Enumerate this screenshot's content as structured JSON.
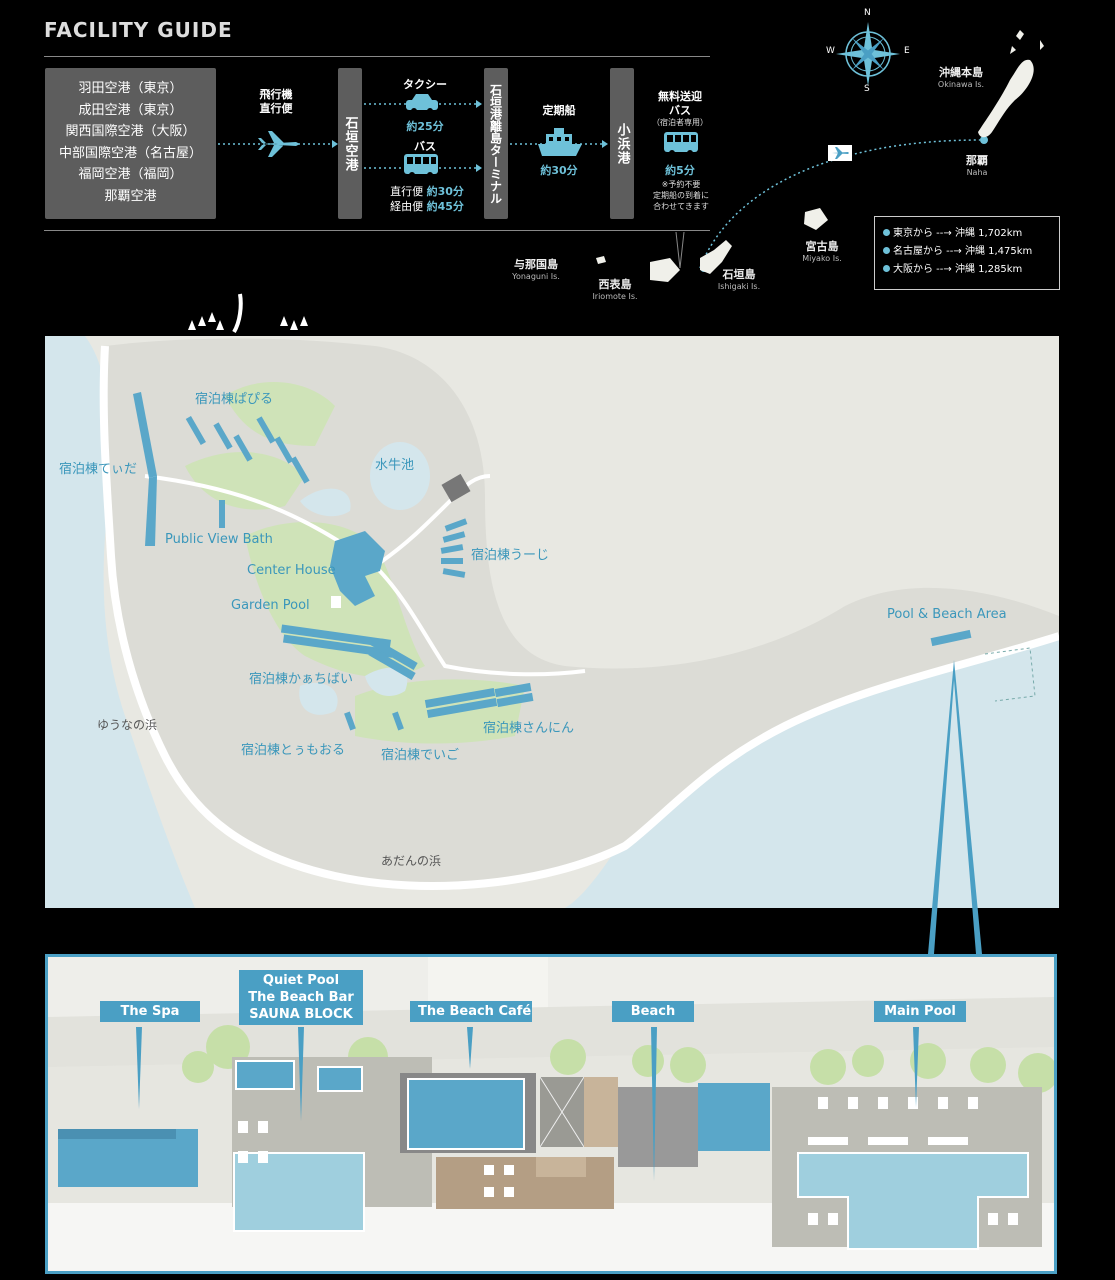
{
  "guide": {
    "title": "FACILITY GUIDE"
  },
  "origins": [
    "羽田空港（東京）",
    "成田空港（東京）",
    "関西国際空港（大阪）",
    "中部国際空港（名古屋）",
    "福岡空港（福岡）",
    "那覇空港"
  ],
  "route": {
    "flight_label": "飛行機\n直行便",
    "ishigaki_airport": "石垣空港",
    "taxi_label": "タクシー",
    "taxi_time": "約25分",
    "bus_label": "バス",
    "bus_direct": "直行便",
    "bus_direct_time": "約30分",
    "bus_via": "経由便",
    "bus_via_time": "約45分",
    "terminal": "石垣港離島ターミナル",
    "ferry_label": "定期船",
    "ferry_time": "約30分",
    "kohama_port": "小浜港",
    "shuttle_label": "無料送迎",
    "shuttle_label2": "バス",
    "shuttle_note": "（宿泊者専用）",
    "shuttle_time": "約5分",
    "shuttle_note2": "※予約不要",
    "shuttle_note3": "定期船の到着に",
    "shuttle_note4": "合わせてきます"
  },
  "compass": {
    "n": "N",
    "s": "S",
    "e": "E",
    "w": "W"
  },
  "islands": [
    {
      "jp": "沖縄本島",
      "en": "Okinawa Is."
    },
    {
      "jp": "那覇",
      "en": "Naha"
    },
    {
      "jp": "宮古島",
      "en": "Miyako Is."
    },
    {
      "jp": "石垣島",
      "en": "Ishigaki Is."
    },
    {
      "jp": "西表島",
      "en": "Iriomote Is."
    },
    {
      "jp": "与那国島",
      "en": "Yonaguni Is."
    }
  ],
  "distances": [
    {
      "from": "東京から",
      "to": "沖縄",
      "km": "1,702km"
    },
    {
      "from": "名古屋から",
      "to": "沖縄",
      "km": "1,475km"
    },
    {
      "from": "大阪から",
      "to": "沖縄",
      "km": "1,285km"
    }
  ],
  "map_labels": {
    "papiru": "宿泊棟ぱぴる",
    "tida": "宿泊棟てぃだ",
    "suigyu": "水牛池",
    "bath": "Public View Bath",
    "uji": "宿泊棟うーじ",
    "center": "Center House",
    "garden_pool": "Garden Pool",
    "kaachibai": "宿泊棟かぁちばい",
    "yuuna": "ゆうなの浜",
    "tumooru": "宿泊棟とぅもおる",
    "teigo": "宿泊棟でいご",
    "sannin": "宿泊棟さんにん",
    "adan": "あだんの浜",
    "pool_beach": "Pool & Beach Area"
  },
  "detail_tags": {
    "spa": "The Spa",
    "quiet1": "Quiet Pool",
    "quiet2": "The Beach Bar",
    "quiet3": "SAUNA BLOCK",
    "cafe": "The Beach Café",
    "beach": "Beach",
    "main_pool": "Main Pool"
  },
  "colors": {
    "accent": "#4a9fc4",
    "land": "#e8e8e2",
    "green": "#cfe3b8",
    "water": "#d4e6ec",
    "building": "#5aa7c9"
  }
}
